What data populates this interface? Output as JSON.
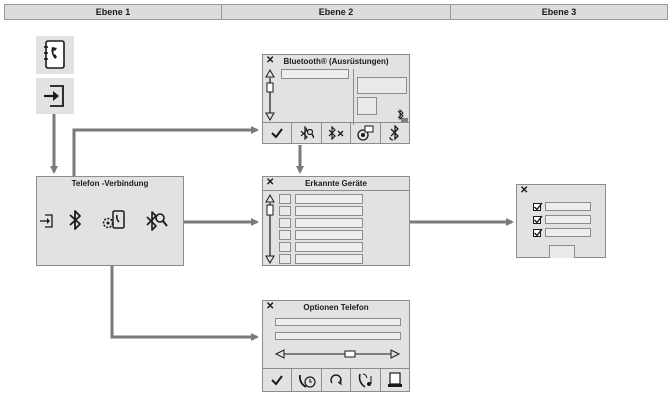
{
  "header": {
    "levels": [
      "Ebene 1",
      "Ebene 2",
      "Ebene 3"
    ]
  },
  "panels": {
    "telefon_verbindung": {
      "title": "Telefon -Verbindung"
    },
    "bluetooth": {
      "title": "Bluetooth® (Ausrüstungen)",
      "close": "✕"
    },
    "erkannte_geraete": {
      "title": "Erkannte Geräte",
      "close": "✕"
    },
    "optionen_telefon": {
      "title": "Optionen Telefon",
      "close": "✕"
    },
    "ebene3_liste": {
      "close": "✕"
    }
  },
  "icons": {
    "top_left": "phone-book-icon",
    "entry": "enter-arrow-icon",
    "telefon_row": [
      "login-icon",
      "bluetooth-icon",
      "phone-settings-icon",
      "bluetooth-search-icon"
    ],
    "bluetooth_toolbar": [
      "checkmark-icon",
      "bluetooth-search-icon",
      "bluetooth-delete-icon",
      "bluetooth-audio-icon",
      "bluetooth-phone-icon"
    ],
    "optionen_toolbar": [
      "checkmark-icon",
      "call-history-icon",
      "redial-icon",
      "ringtone-icon",
      "phone-info-icon"
    ]
  },
  "colors": {
    "panel_bg": "#e2e2e2",
    "border": "#8c8c8c",
    "arrow": "#7a7a7a",
    "header_bg": "#dcdcdc"
  }
}
